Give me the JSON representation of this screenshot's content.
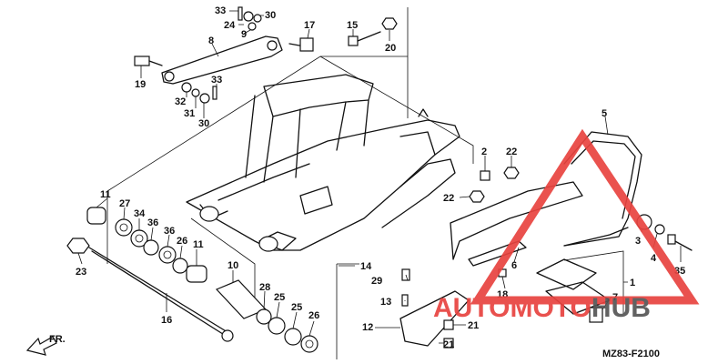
{
  "diagram": {
    "code": "MZ83-F2100",
    "direction_label": "FR.",
    "labels": [
      {
        "id": "p33a",
        "text": "33"
      },
      {
        "id": "p30a",
        "text": "30"
      },
      {
        "id": "p24",
        "text": "24"
      },
      {
        "id": "p9",
        "text": "9"
      },
      {
        "id": "p17",
        "text": "17"
      },
      {
        "id": "p15",
        "text": "15"
      },
      {
        "id": "p20",
        "text": "20"
      },
      {
        "id": "p8",
        "text": "8"
      },
      {
        "id": "p19",
        "text": "19"
      },
      {
        "id": "p33b",
        "text": "33"
      },
      {
        "id": "p32",
        "text": "32"
      },
      {
        "id": "p31",
        "text": "31"
      },
      {
        "id": "p30b",
        "text": "30"
      },
      {
        "id": "p5",
        "text": "5"
      },
      {
        "id": "p2",
        "text": "2"
      },
      {
        "id": "p22a",
        "text": "22"
      },
      {
        "id": "p22b",
        "text": "22"
      },
      {
        "id": "p11a",
        "text": "11"
      },
      {
        "id": "p27",
        "text": "27"
      },
      {
        "id": "p34",
        "text": "34"
      },
      {
        "id": "p36a",
        "text": "36"
      },
      {
        "id": "p36b",
        "text": "36"
      },
      {
        "id": "p26a",
        "text": "26"
      },
      {
        "id": "p11b",
        "text": "11"
      },
      {
        "id": "p23",
        "text": "23"
      },
      {
        "id": "p10",
        "text": "10"
      },
      {
        "id": "p14",
        "text": "14"
      },
      {
        "id": "p29",
        "text": "29"
      },
      {
        "id": "p13",
        "text": "13"
      },
      {
        "id": "p28",
        "text": "28"
      },
      {
        "id": "p25a",
        "text": "25"
      },
      {
        "id": "p25b",
        "text": "25"
      },
      {
        "id": "p26b",
        "text": "26"
      },
      {
        "id": "p16",
        "text": "16"
      },
      {
        "id": "p12",
        "text": "12"
      },
      {
        "id": "p21a",
        "text": "21"
      },
      {
        "id": "p21b",
        "text": "21"
      },
      {
        "id": "p18",
        "text": "18"
      },
      {
        "id": "p6",
        "text": "6"
      },
      {
        "id": "p3",
        "text": "3"
      },
      {
        "id": "p4",
        "text": "4"
      },
      {
        "id": "p35",
        "text": "35"
      },
      {
        "id": "p1",
        "text": "1"
      },
      {
        "id": "p7",
        "text": "7"
      }
    ]
  },
  "watermark": {
    "brand_part1": "AUTOMOTO",
    "brand_part2": "HUB",
    "color_main": "#e8433f",
    "color_accent": "#555555"
  }
}
